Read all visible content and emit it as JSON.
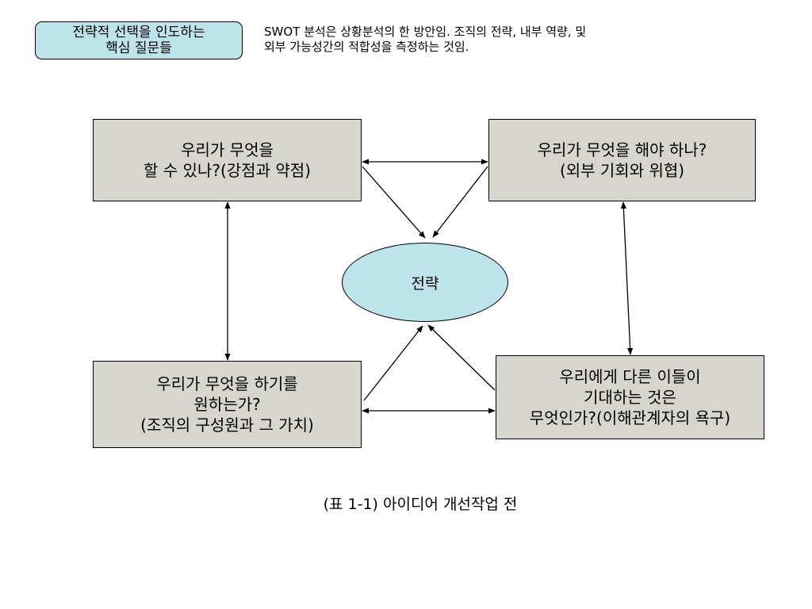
{
  "header": {
    "tag_lines": [
      "전략적 선택을 인도하는",
      "핵심 질문들"
    ],
    "description_lines": [
      "SWOT 분석은 상황분석의 한 방안임. 조직의 전략, 내부 역량, 및",
      "외부 가능성간의 적합성을 측정하는 것임."
    ]
  },
  "diagram": {
    "center": "전략",
    "top_left": [
      "우리가 무엇을",
      "할 수 있나?(강점과 약점)"
    ],
    "top_right": [
      "우리가 무엇을 해야 하나?",
      "(외부 기회와 위협)"
    ],
    "bottom_left": [
      "우리가 무엇을 하기를",
      "원하는가?",
      "(조직의 구성원과 그 가치)"
    ],
    "bottom_right": [
      "우리에게 다른 이들이",
      "기대하는 것은",
      "무엇인가?(이해관계자의 욕구)"
    ]
  },
  "caption": "(표 1-1) 아이디어 개선작업 전",
  "colors": {
    "box_fill": "#d6d6cf",
    "accent_fill": "#bde4ea",
    "line": "#000000"
  }
}
